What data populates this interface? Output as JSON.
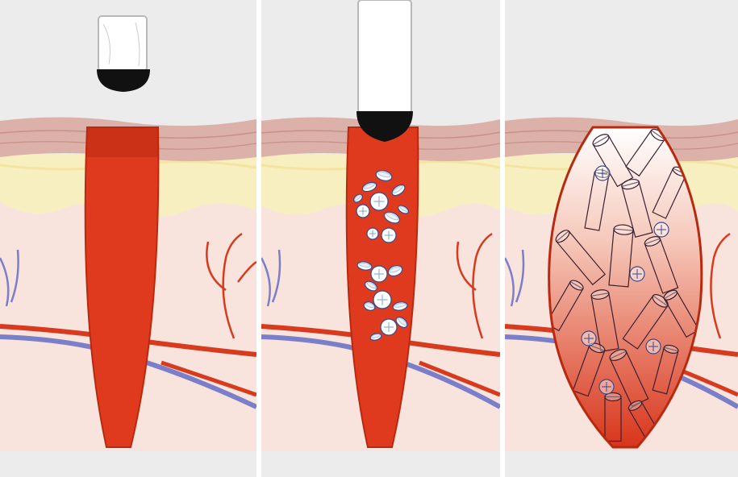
{
  "panels": [
    {
      "id": "panel-1",
      "stage": "incision"
    },
    {
      "id": "panel-2",
      "stage": "plugs-deployed"
    },
    {
      "id": "panel-3",
      "stage": "plugs-expanded"
    }
  ],
  "colors": {
    "background": "#ececec",
    "epidermis": "#dbb1a9",
    "epidermis_line": "#c89088",
    "fat": "#f8efc0",
    "fat_edge": "#f3e4a0",
    "dermis": "#f8e3dd",
    "wound": "#df3a1d",
    "wound_edge": "#b82a10",
    "artery": "#d83a1e",
    "vein": "#7b7ec8",
    "applicator_glass": "#ffffff",
    "applicator_tip": "#111111",
    "plug_outline": "#3a4a8a",
    "divider": "#ffffff"
  },
  "icons": [
    "applicator-icon",
    "hemostatic-plug-icon",
    "artery-icon",
    "vein-icon"
  ]
}
